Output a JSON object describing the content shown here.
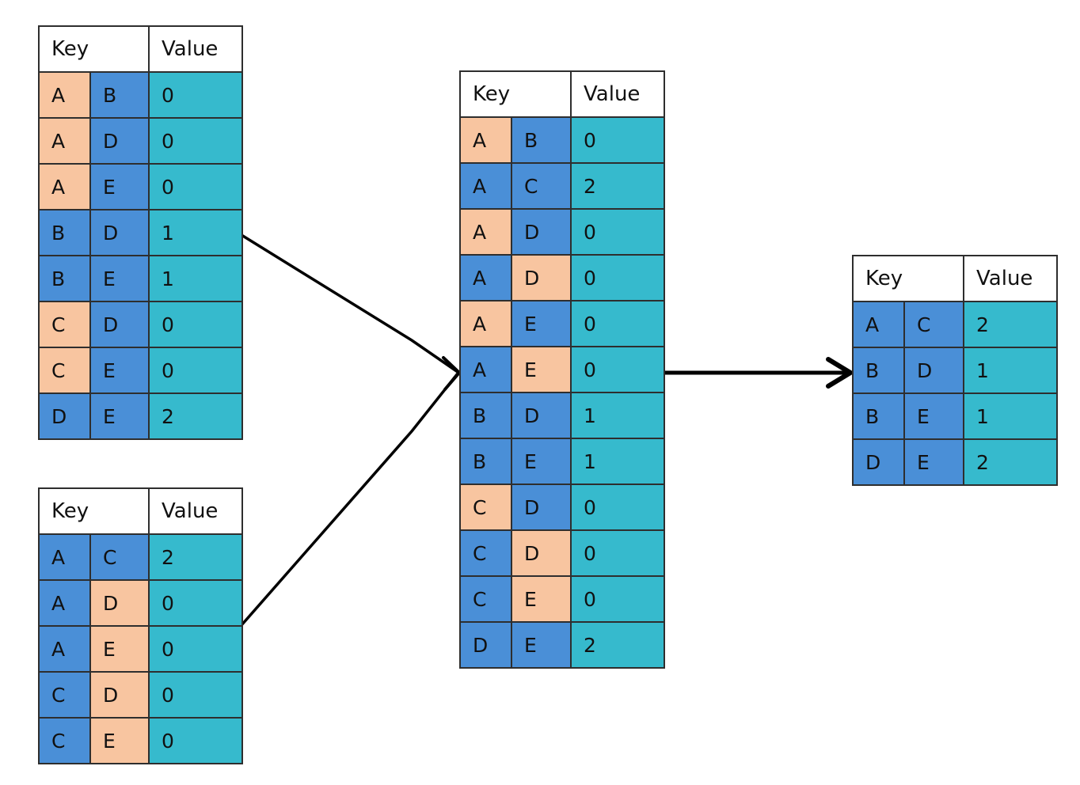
{
  "colors": {
    "highlight_key": "#f8c5a0",
    "key": "#4a8fd7",
    "value": "#36bacd",
    "header": "#ffffff",
    "line": "#000000"
  },
  "tables": [
    {
      "id": "input-1",
      "header": {
        "key": "Key",
        "value": "Value"
      },
      "rows": [
        {
          "k1": "A",
          "k2": "B",
          "value": "0",
          "hl": [
            "k1"
          ]
        },
        {
          "k1": "A",
          "k2": "D",
          "value": "0",
          "hl": [
            "k1"
          ]
        },
        {
          "k1": "A",
          "k2": "E",
          "value": "0",
          "hl": [
            "k1"
          ]
        },
        {
          "k1": "B",
          "k2": "D",
          "value": "1",
          "hl": []
        },
        {
          "k1": "B",
          "k2": "E",
          "value": "1",
          "hl": []
        },
        {
          "k1": "C",
          "k2": "D",
          "value": "0",
          "hl": [
            "k1"
          ]
        },
        {
          "k1": "C",
          "k2": "E",
          "value": "0",
          "hl": [
            "k1"
          ]
        },
        {
          "k1": "D",
          "k2": "E",
          "value": "2",
          "hl": []
        }
      ]
    },
    {
      "id": "input-2",
      "header": {
        "key": "Key",
        "value": "Value"
      },
      "rows": [
        {
          "k1": "A",
          "k2": "C",
          "value": "2",
          "hl": []
        },
        {
          "k1": "A",
          "k2": "D",
          "value": "0",
          "hl": [
            "k2"
          ]
        },
        {
          "k1": "A",
          "k2": "E",
          "value": "0",
          "hl": [
            "k2"
          ]
        },
        {
          "k1": "C",
          "k2": "D",
          "value": "0",
          "hl": [
            "k2"
          ]
        },
        {
          "k1": "C",
          "k2": "E",
          "value": "0",
          "hl": [
            "k2"
          ]
        }
      ]
    },
    {
      "id": "merged",
      "header": {
        "key": "Key",
        "value": "Value"
      },
      "rows": [
        {
          "k1": "A",
          "k2": "B",
          "value": "0",
          "hl": [
            "k1"
          ]
        },
        {
          "k1": "A",
          "k2": "C",
          "value": "2",
          "hl": []
        },
        {
          "k1": "A",
          "k2": "D",
          "value": "0",
          "hl": [
            "k1"
          ]
        },
        {
          "k1": "A",
          "k2": "D",
          "value": "0",
          "hl": [
            "k2"
          ]
        },
        {
          "k1": "A",
          "k2": "E",
          "value": "0",
          "hl": [
            "k1"
          ]
        },
        {
          "k1": "A",
          "k2": "E",
          "value": "0",
          "hl": [
            "k2"
          ]
        },
        {
          "k1": "B",
          "k2": "D",
          "value": "1",
          "hl": []
        },
        {
          "k1": "B",
          "k2": "E",
          "value": "1",
          "hl": []
        },
        {
          "k1": "C",
          "k2": "D",
          "value": "0",
          "hl": [
            "k1"
          ]
        },
        {
          "k1": "C",
          "k2": "D",
          "value": "0",
          "hl": [
            "k2"
          ]
        },
        {
          "k1": "C",
          "k2": "E",
          "value": "0",
          "hl": [
            "k2"
          ]
        },
        {
          "k1": "D",
          "k2": "E",
          "value": "2",
          "hl": []
        }
      ]
    },
    {
      "id": "result",
      "header": {
        "key": "Key",
        "value": "Value"
      },
      "rows": [
        {
          "k1": "A",
          "k2": "C",
          "value": "2",
          "hl": []
        },
        {
          "k1": "B",
          "k2": "D",
          "value": "1",
          "hl": []
        },
        {
          "k1": "B",
          "k2": "E",
          "value": "1",
          "hl": []
        },
        {
          "k1": "D",
          "k2": "E",
          "value": "2",
          "hl": []
        }
      ]
    }
  ]
}
